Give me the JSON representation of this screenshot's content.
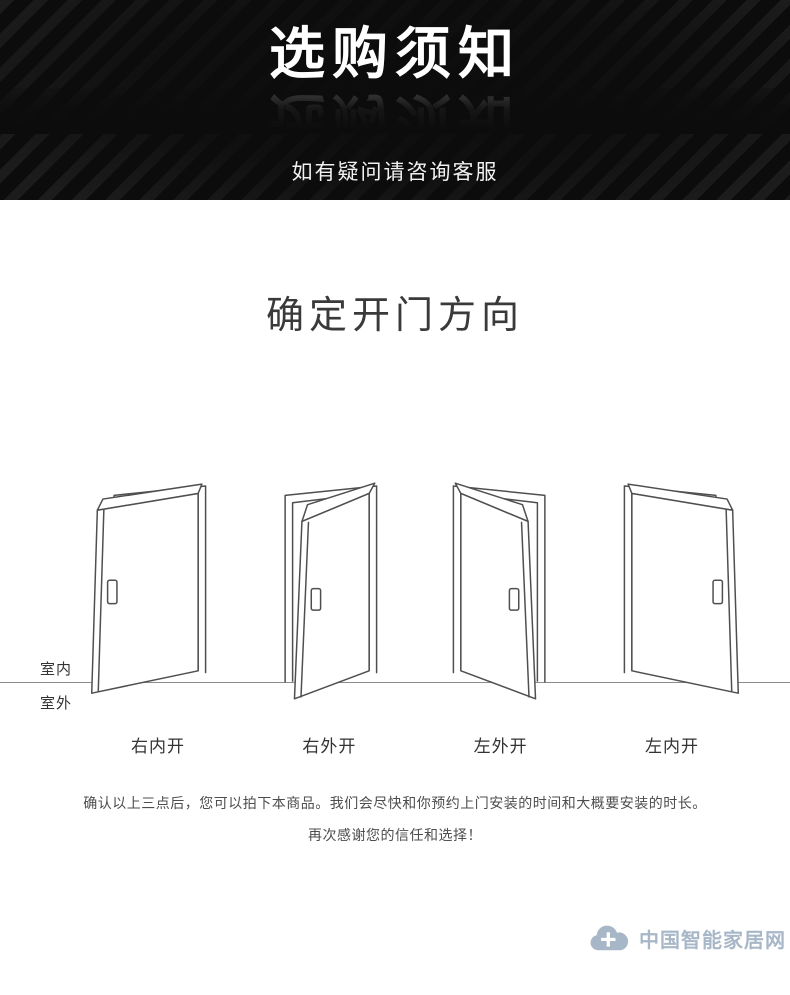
{
  "header": {
    "title": "选购须知",
    "subtitle": "如有疑问请咨询客服"
  },
  "section": {
    "title": "确定开门方向"
  },
  "diagram": {
    "indoor_label": "室内",
    "outdoor_label": "室外",
    "door_labels": [
      "右内开",
      "右外开",
      "左外开",
      "左内开"
    ]
  },
  "footer": {
    "line1": "确认以上三点后，您可以拍下本商品。我们会尽快和你预约上门安装的时间和大概要安装的时长。",
    "line2": "再次感谢您的信任和选择！"
  },
  "watermark": {
    "text": "中国智能家居网"
  },
  "colors": {
    "header_bg": "#0c0c0c",
    "heading_text": "#3a3a3a",
    "body_text": "#4d4d4d",
    "label_text": "#333333",
    "line_color": "#8c8c8c",
    "stroke": "#4f4f4f",
    "watermark": "#9fb0c2"
  }
}
